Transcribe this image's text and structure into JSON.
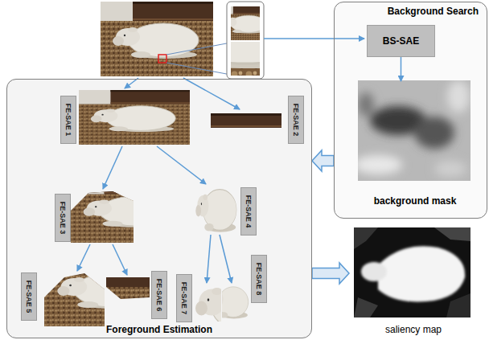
{
  "diagram": {
    "nodes": [
      {
        "text": [
          "Background Search"
        ]
      },
      {
        "text": [
          "BS-SAE"
        ],
        "in": 0
      },
      {
        "text": [
          "background mask"
        ],
        "in": 0
      },
      {
        "text": [
          "Foreground Estimation"
        ]
      },
      {
        "text": [
          "FE-SAE 1"
        ],
        "in": 3
      },
      {
        "text": [
          "FE-SAE 2"
        ],
        "in": 3
      },
      {
        "text": [
          "FE-SAE 3"
        ],
        "in": 3
      },
      {
        "text": [
          "FE-SAE 4"
        ],
        "in": 3
      },
      {
        "text": [
          "FE-SAE 5"
        ],
        "in": 3
      },
      {
        "text": [
          "FE-SAE 6"
        ],
        "in": 3
      },
      {
        "text": [
          "FE-SAE 7"
        ],
        "in": 3
      },
      {
        "text": [
          "FE-SAE 8"
        ],
        "in": 3
      },
      {
        "text": [
          "saliency map"
        ]
      }
    ],
    "edges": [
      {
        "from": 1,
        "to": 2,
        "arrow": "to"
      },
      {
        "from": 0,
        "to": 3,
        "arrow": "to"
      },
      {
        "from": 3,
        "to": 12,
        "arrow": "to"
      }
    ]
  }
}
